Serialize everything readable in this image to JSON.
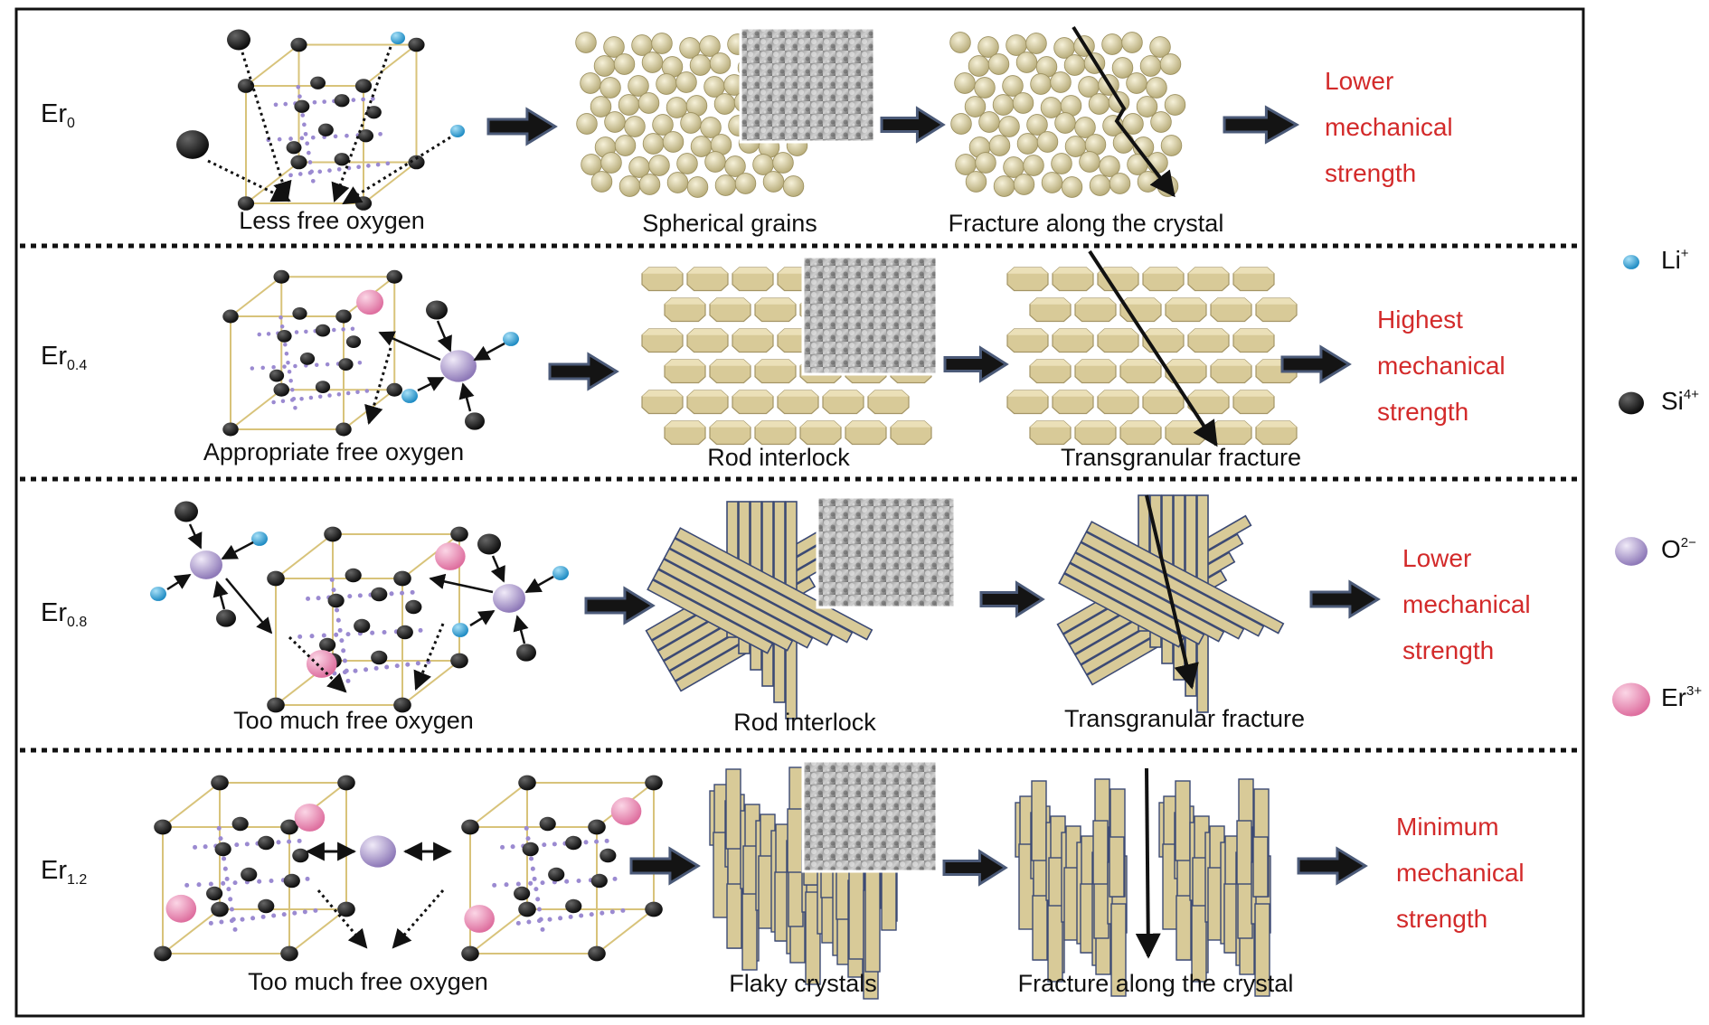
{
  "rows": [
    {
      "label_base": "Er",
      "label_sub": "0",
      "caption_structure": "Less free oxygen",
      "caption_morphology": "Spherical grains",
      "caption_fracture": "Fracture along the crystal",
      "result": [
        "Lower",
        "mechanical",
        "strength"
      ]
    },
    {
      "label_base": "Er",
      "label_sub": "0.4",
      "caption_structure": "Appropriate free oxygen",
      "caption_morphology": "Rod interlock",
      "caption_fracture": "Transgranular fracture",
      "result": [
        "Highest",
        "mechanical",
        "strength"
      ]
    },
    {
      "label_base": "Er",
      "label_sub": "0.8",
      "caption_structure": "Too much free oxygen",
      "caption_morphology": "Rod interlock",
      "caption_fracture": "Transgranular fracture",
      "result": [
        "Lower",
        "mechanical",
        "strength"
      ]
    },
    {
      "label_base": "Er",
      "label_sub": "1.2",
      "caption_structure": "Too much free oxygen",
      "caption_morphology": "Flaky crystals",
      "caption_fracture": "Fracture along the crystal",
      "result": [
        "Minimum",
        "mechanical",
        "strength"
      ]
    }
  ],
  "legend": [
    {
      "ion": "Li",
      "charge": "+",
      "color": "#3aa6d8",
      "icon": "li-ion-sphere-icon"
    },
    {
      "ion": "Si",
      "charge": "4+",
      "color": "#1a1a1a",
      "icon": "si-ion-sphere-icon"
    },
    {
      "ion": "O",
      "charge": "2−",
      "color": "#b6a3d6",
      "icon": "o-ion-sphere-icon"
    },
    {
      "ion": "Er",
      "charge": "3+",
      "color": "#e88fb4",
      "icon": "er-ion-sphere-icon"
    }
  ],
  "colors": {
    "result_text": "#d32a2a",
    "grain": "#dcd3a6",
    "rod": "#d8ca98",
    "arrow": "#1a1a1a"
  }
}
